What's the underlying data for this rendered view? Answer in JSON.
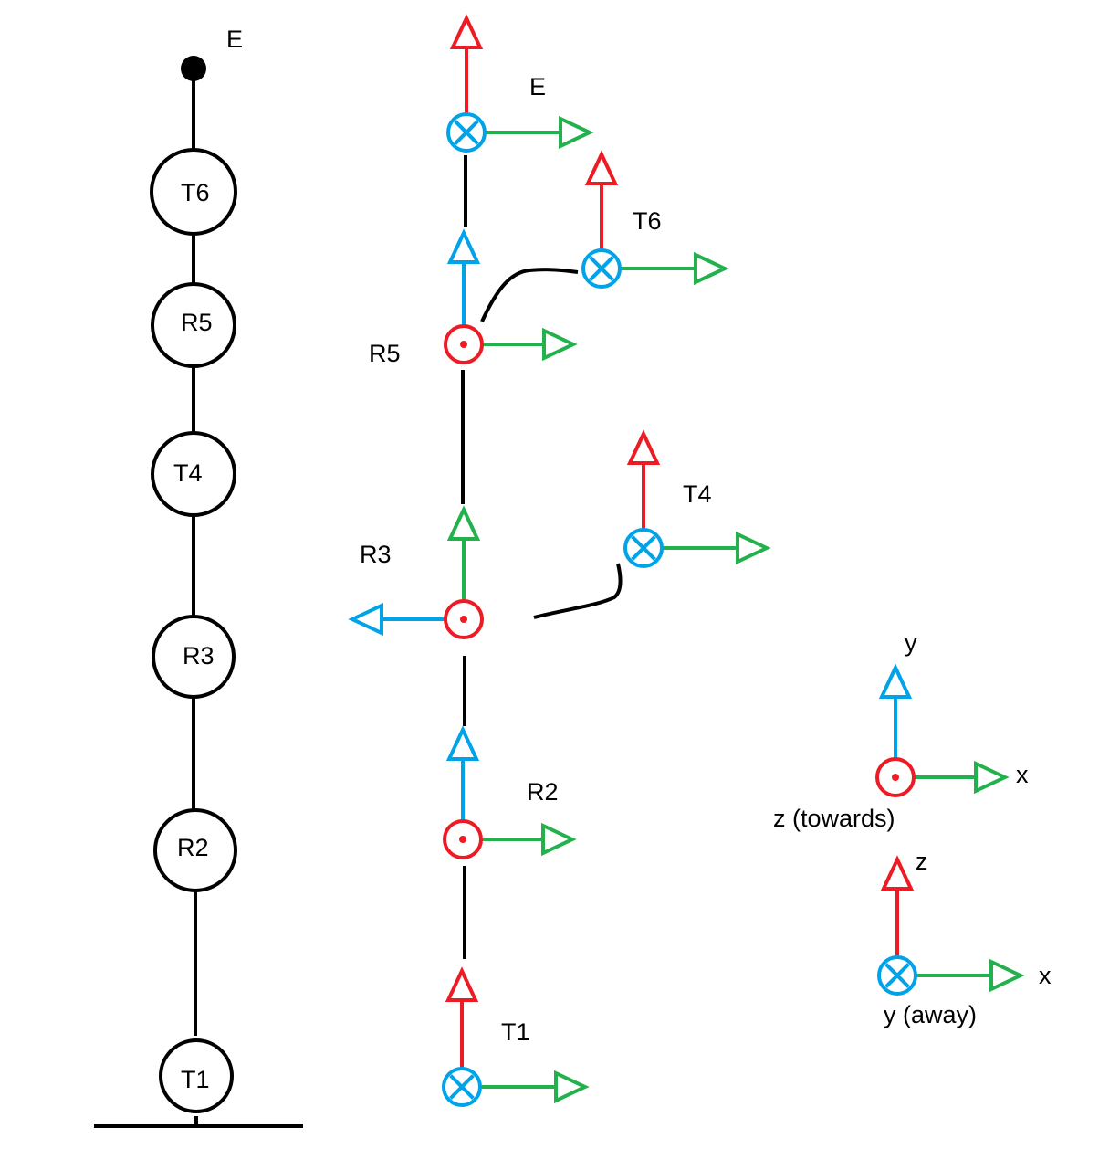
{
  "colors": {
    "link": "#000000",
    "x_axis": "#22b14c",
    "y_axis": "#00a2e8",
    "z_axis": "#ed1c24",
    "background": "#ffffff"
  },
  "left_chain": {
    "end_label": "E",
    "joints": [
      {
        "id": "t6",
        "label": "T6"
      },
      {
        "id": "r5",
        "label": "R5"
      },
      {
        "id": "t4",
        "label": "T4"
      },
      {
        "id": "r3",
        "label": "R3"
      },
      {
        "id": "r2",
        "label": "R2"
      },
      {
        "id": "t1",
        "label": "T1"
      }
    ]
  },
  "frames": [
    {
      "id": "e",
      "label": "E",
      "origin": "into-page",
      "up_axis": "z",
      "side_axis": "x",
      "side_direction": "right"
    },
    {
      "id": "t6",
      "label": "T6",
      "origin": "into-page",
      "up_axis": "z",
      "side_axis": "x",
      "side_direction": "right"
    },
    {
      "id": "r5",
      "label": "R5",
      "origin": "out-of-page",
      "up_axis": "y",
      "side_axis": "x",
      "side_direction": "right"
    },
    {
      "id": "t4",
      "label": "T4",
      "origin": "into-page",
      "up_axis": "z",
      "side_axis": "x",
      "side_direction": "right"
    },
    {
      "id": "r3",
      "label": "R3",
      "origin": "out-of-page",
      "up_axis": "x",
      "side_axis": "y",
      "side_direction": "left"
    },
    {
      "id": "r2",
      "label": "R2",
      "origin": "out-of-page",
      "up_axis": "y",
      "side_axis": "x",
      "side_direction": "right"
    },
    {
      "id": "t1",
      "label": "T1",
      "origin": "into-page",
      "up_axis": "z",
      "side_axis": "x",
      "side_direction": "right"
    }
  ],
  "legend": {
    "towards": {
      "up_label": "y",
      "side_label": "x",
      "origin_label": "z (towards)"
    },
    "away": {
      "up_label": "z",
      "side_label": "x",
      "origin_label": "y (away)"
    }
  }
}
